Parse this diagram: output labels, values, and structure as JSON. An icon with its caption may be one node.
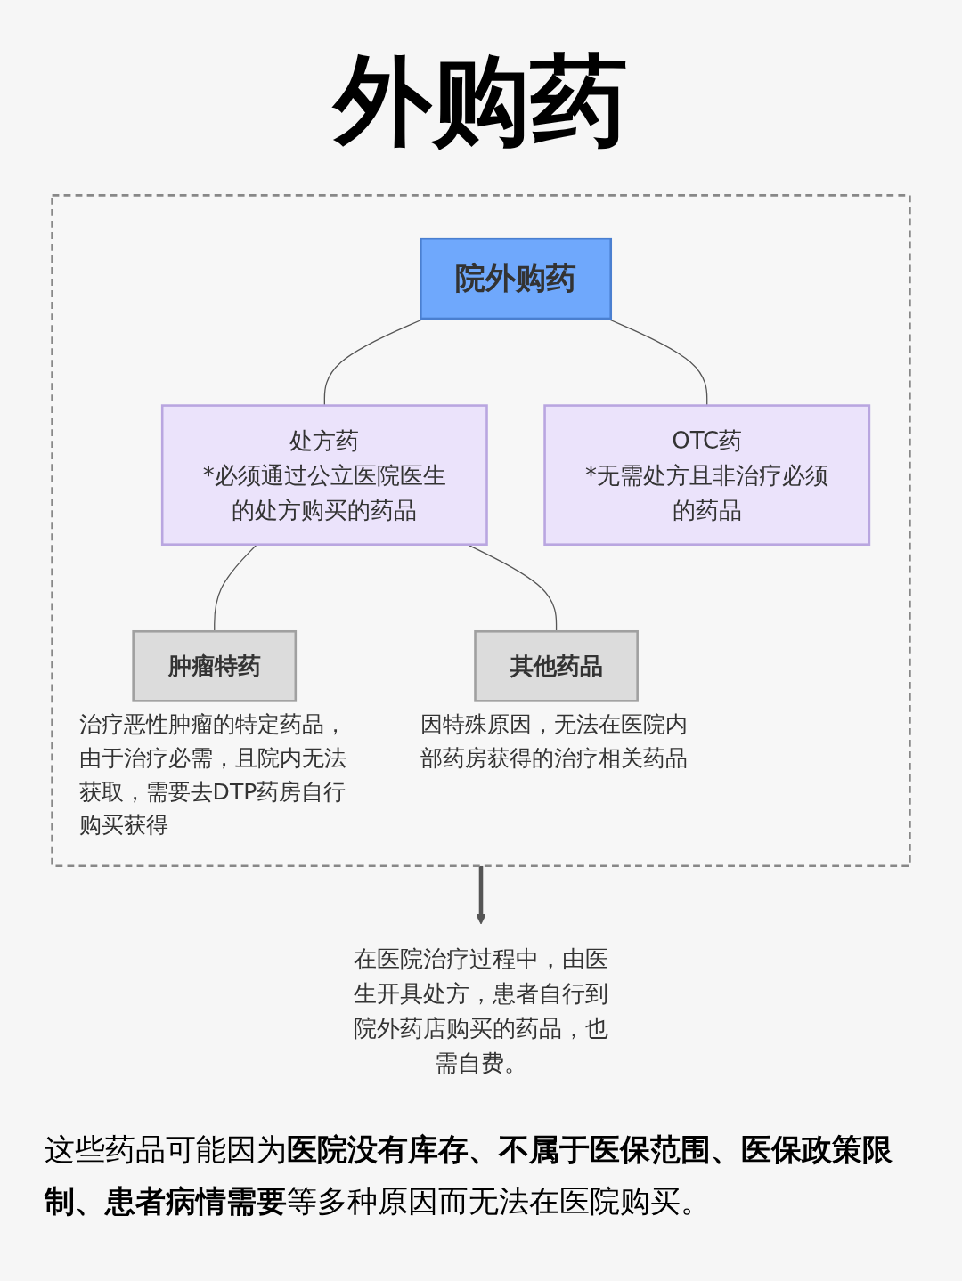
{
  "diagram": {
    "title": "外购药",
    "nodes": [
      {
        "text": [],
        "shape": "box"
      },
      {
        "text": [
          "院外购药"
        ],
        "in": 0
      },
      {
        "text": [
          "处方药",
          "*必须通过公立医院医生的处方购买的药品"
        ],
        "in": 0
      },
      {
        "text": [
          "OTC药",
          "*无需处方且非治疗必须的药品"
        ],
        "in": 0
      },
      {
        "text": [
          "肿瘤特药"
        ],
        "in": 0,
        "beside": [
          "治疗恶性肿瘤的特定药品，由于治疗必需，且院内无法获取，需要去DTP药房自行购买获得"
        ]
      },
      {
        "text": [
          "其他药品"
        ],
        "in": 0,
        "beside": [
          "因特殊原因，无法在医院内部药房获得的治疗相关药品"
        ]
      },
      {
        "text": [
          "在医院治疗过程中，由医生开具处方，患者自行到院外药店购买的药品，也需自费。"
        ]
      }
    ],
    "edges": [
      {
        "from": 1,
        "to": 2,
        "arrow": "none"
      },
      {
        "from": 1,
        "to": 3,
        "arrow": "none"
      },
      {
        "from": 2,
        "to": 4,
        "arrow": "none"
      },
      {
        "from": 2,
        "to": 5,
        "arrow": "none"
      },
      {
        "from": 0,
        "to": 6,
        "arrow": "to",
        "style": "thick"
      }
    ],
    "labels": [
      "这些药品可能因为**医院没有库存、不属于医保范围、医保政策限制、患者病情需要**等多种原因而无法在医院购买。"
    ]
  }
}
